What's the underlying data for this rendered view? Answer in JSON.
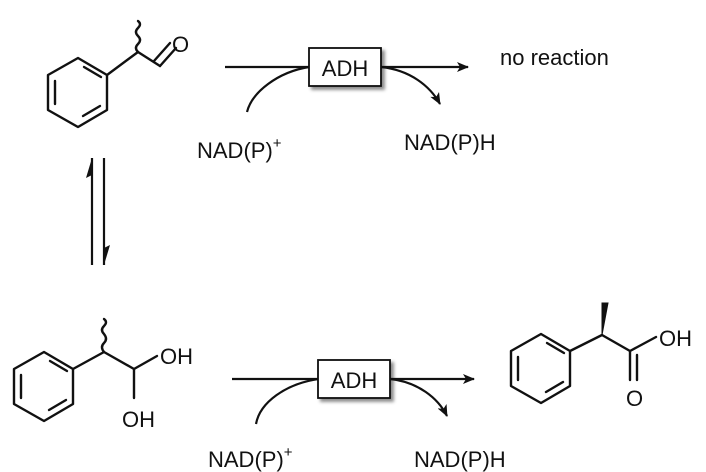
{
  "reactions": [
    {
      "enzyme_label": "ADH",
      "cofactor_in": "NAD(P)",
      "cofactor_in_charge": "+",
      "cofactor_out": "NAD(P)H",
      "product_text": "no reaction"
    },
    {
      "enzyme_label": "ADH",
      "cofactor_in": "NAD(P)",
      "cofactor_in_charge": "+",
      "cofactor_out": "NAD(P)H"
    }
  ],
  "atoms": {
    "aldehyde_oxygen": "O",
    "hydrate_oh_top": "OH",
    "hydrate_oh_bottom": "OH",
    "acid_oh": "OH",
    "acid_carbonyl_o": "O"
  }
}
